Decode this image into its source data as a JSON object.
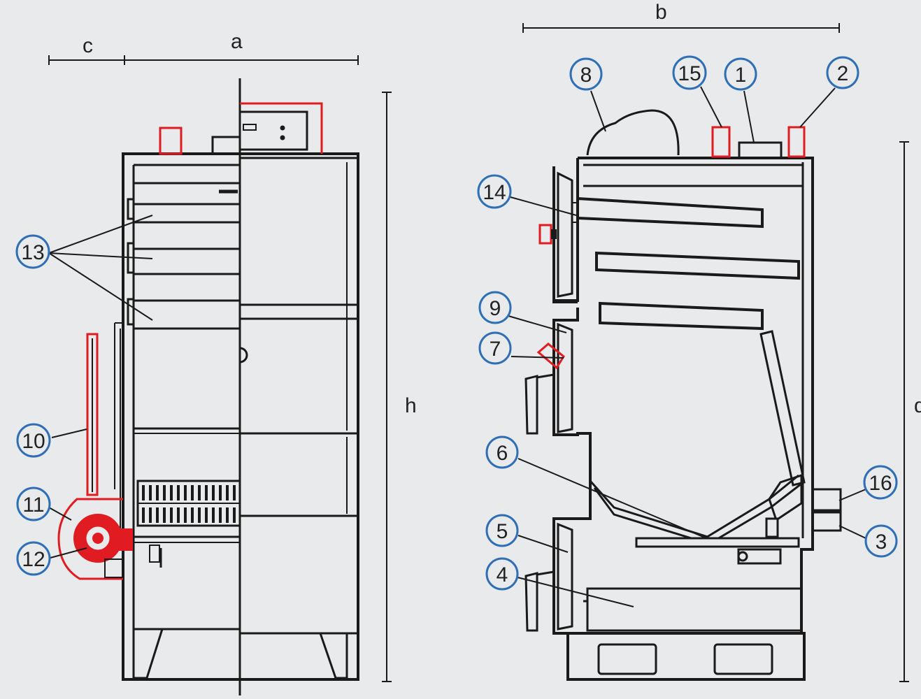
{
  "dimensions": {
    "a": "a",
    "b": "b",
    "c": "c",
    "h": "h",
    "d": "d"
  },
  "callouts": {
    "c1": "1",
    "c2": "2",
    "c3": "3",
    "c4": "4",
    "c5": "5",
    "c6": "6",
    "c7": "7",
    "c8": "8",
    "c9": "9",
    "c10": "10",
    "c11": "11",
    "c12": "12",
    "c13": "13",
    "c14": "14",
    "c15": "15",
    "c16": "16"
  },
  "colors": {
    "line": "#1a1a1a",
    "accent_red": "#e01b22",
    "callout_ring": "#2f6fb6",
    "background": "#e9eaeb"
  }
}
